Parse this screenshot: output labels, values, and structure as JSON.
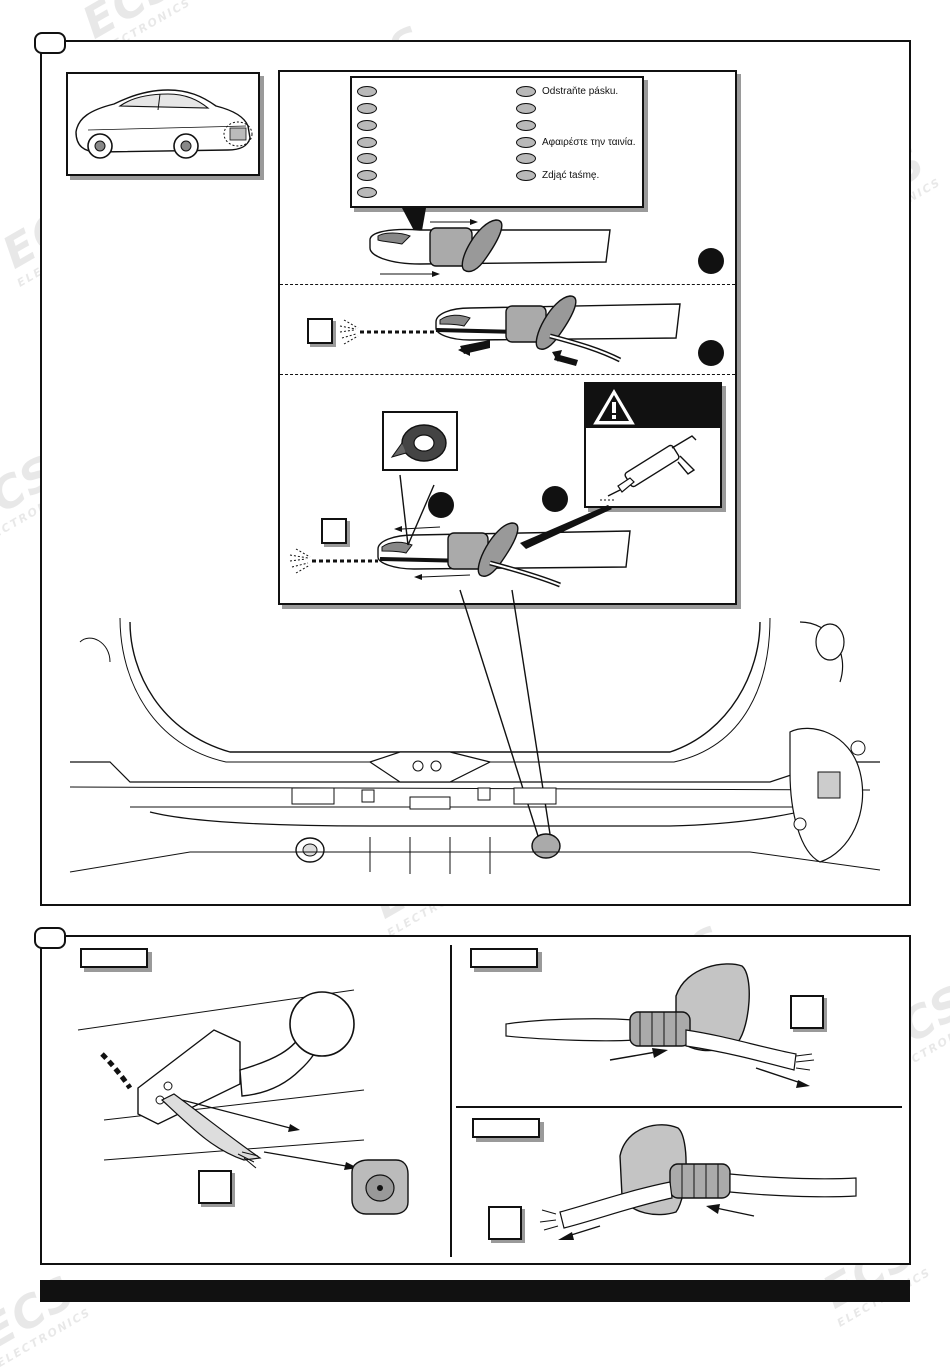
{
  "watermark": {
    "brand": "ECS",
    "sub": "ELECTRONICS"
  },
  "colors": {
    "ink": "#111111",
    "sealant_grey": "#b9b9b9",
    "shadow": "#9a9a9a",
    "warning_bg": "#111111"
  },
  "icons": [
    "warning-icon",
    "sealant-gun-icon",
    "tape-roll-icon",
    "car-icon",
    "tow-bar-icon",
    "grommet-icon"
  ],
  "step1": {
    "instructions": [
      {
        "text": ""
      },
      {
        "text": ""
      },
      {
        "text": ""
      },
      {
        "text": ""
      },
      {
        "text": ""
      },
      {
        "text": ""
      },
      {
        "text": ""
      }
    ],
    "instructions_right": [
      {
        "text": "Odstraňte pásku."
      },
      {
        "text": ""
      },
      {
        "text": ""
      },
      {
        "text": "Αφαιρέστε την ταινία."
      },
      {
        "text": ""
      },
      {
        "text": "Zdjąć taśmę."
      }
    ],
    "warning_label": ""
  },
  "step2": {
    "labels": [
      "",
      "",
      ""
    ]
  }
}
